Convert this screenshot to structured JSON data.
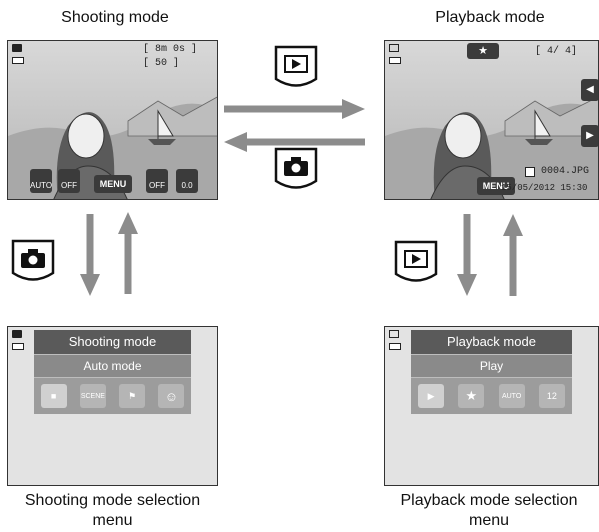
{
  "labels": {
    "shooting_mode": "Shooting mode",
    "playback_mode": "Playback mode",
    "shooting_selection_line1": "Shooting mode selection",
    "shooting_selection_line2": "menu",
    "playback_selection_line1": "Playback mode selection",
    "playback_selection_line2": "menu"
  },
  "shooting_screen": {
    "counter_top": "[   8m 0s ]",
    "counter_bottom": "[    50 ]",
    "buttons": [
      "AUTO",
      "OFF",
      "MENU",
      "OFF",
      "0.0"
    ]
  },
  "playback_screen": {
    "frame_counter": "[   4/   4]",
    "file_name": "0004.JPG",
    "timestamp": "15/05/2012 15:30",
    "menu_label": "MENU"
  },
  "shooting_menu": {
    "title": "Shooting mode",
    "subtitle": "Auto mode",
    "icons": [
      "camera-icon",
      "scene-icon",
      "smart-portrait-icon",
      "smile-icon"
    ],
    "icon_texts": [
      "■",
      "SCENE",
      "⚑",
      "☺"
    ]
  },
  "playback_menu": {
    "title": "Playback mode",
    "subtitle": "Play",
    "icons": [
      "play-icon",
      "favorite-icon",
      "auto-sort-icon",
      "date-icon"
    ],
    "icon_texts": [
      "▶",
      "★",
      "AUTO",
      "12"
    ]
  },
  "colors": {
    "arrow": "#8c8c8c",
    "screen_bg": "#e3e3e3",
    "menu_title": "#5a5a5a"
  }
}
